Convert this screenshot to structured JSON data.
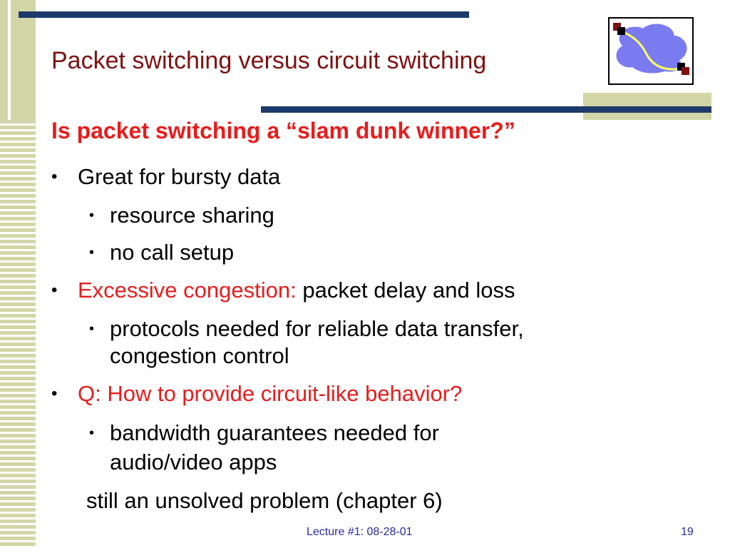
{
  "slide": {
    "title": "Packet switching versus circuit switching",
    "subtitle": "Is packet switching a “slam dunk winner?”",
    "bullets": [
      {
        "text": "Great for bursty data"
      },
      {
        "text": "resource sharing"
      },
      {
        "text": "no call setup"
      },
      {
        "highlight": "Excessive congestion:",
        "text": " packet delay and loss"
      },
      {
        "text": "protocols needed for reliable data transfer,"
      },
      {
        "text": "congestion control"
      },
      {
        "highlight": "Q: How to provide circuit-like behavior?"
      },
      {
        "text": "bandwidth guarantees needed for"
      },
      {
        "text": "audio/video apps"
      },
      {
        "text": "still an unsolved problem (chapter 6)"
      }
    ],
    "bullet_glyph": "•",
    "footer": {
      "lecture": "Lecture #1: 08-28-01",
      "page": "19"
    }
  },
  "colors": {
    "title": "#7f1010",
    "highlight": "#e81c1c",
    "rule": "#1d3a6b",
    "stripe": "#d2d6a6",
    "cloud": "#7b7bf0",
    "path": "#ffff66",
    "footer": "#2a2aa0"
  },
  "icons": {
    "logo": "network-cloud-icon"
  }
}
